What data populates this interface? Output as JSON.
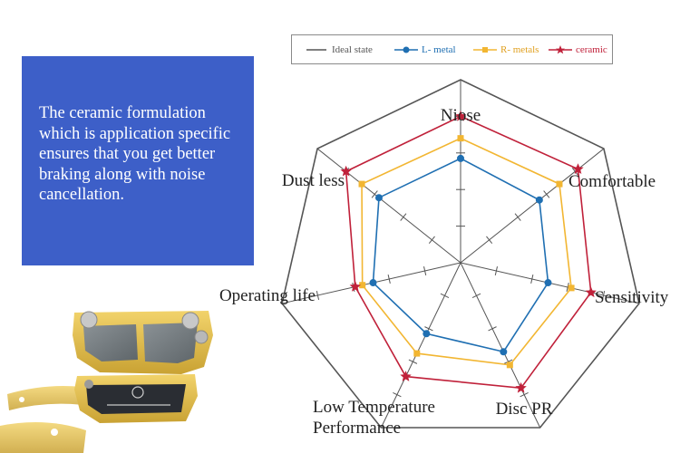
{
  "promo_text": "The ceramic formulation which is application specific ensures that you get better braking along with noise cancellation.",
  "legend": [
    {
      "name": "Ideal state",
      "color": "#555555",
      "marker": "none"
    },
    {
      "name": "L- metal",
      "color": "#1f6fb2",
      "marker": "circle"
    },
    {
      "name": "R- metals",
      "color": "#f2b632",
      "marker": "square"
    },
    {
      "name": "ceramic",
      "color": "#c0213a",
      "marker": "star"
    }
  ],
  "chart_data": {
    "type": "radar",
    "axes": [
      "Niose",
      "Comfortable",
      "Sensitivity",
      "Disc PR",
      "Low Temperature Performance",
      "Operating life",
      "Dust less"
    ],
    "rmax": 10,
    "series": [
      {
        "name": "L- metal",
        "color": "#1f6fb2",
        "marker": "circle",
        "values": [
          5.7,
          5.5,
          4.9,
          5.4,
          4.3,
          4.9,
          5.7
        ]
      },
      {
        "name": "R- metals",
        "color": "#f2b632",
        "marker": "square",
        "values": [
          6.8,
          6.9,
          6.2,
          6.2,
          5.5,
          5.5,
          6.9
        ]
      },
      {
        "name": "ceramic",
        "color": "#c0213a",
        "marker": "star",
        "values": [
          8.0,
          8.2,
          7.3,
          7.6,
          6.9,
          5.9,
          8.0
        ]
      }
    ],
    "ideal_state": 10,
    "grid": "spokes with tick marks"
  }
}
